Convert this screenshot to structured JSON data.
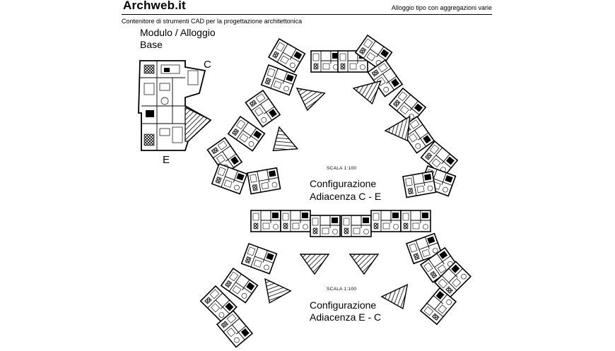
{
  "header": {
    "logo": "Archweb.it",
    "right_title": "Alloggio tipo con aggregazioni varie",
    "subtitle": "Contenitore di strumenti CAD per la progettazione architettonica"
  },
  "module": {
    "title_line1": "Modulo / Alloggio",
    "title_line2": "Base",
    "label_c": "C",
    "label_e": "E"
  },
  "config_ce": {
    "scale": "SCALA 1:100",
    "title_line1": "Configurazione",
    "title_line2": "Adiacenza  C - E"
  },
  "config_ec": {
    "scale": "SCALA 1:100",
    "title_line1": "Configurazione",
    "title_line2": "Adiacenza E - C"
  }
}
